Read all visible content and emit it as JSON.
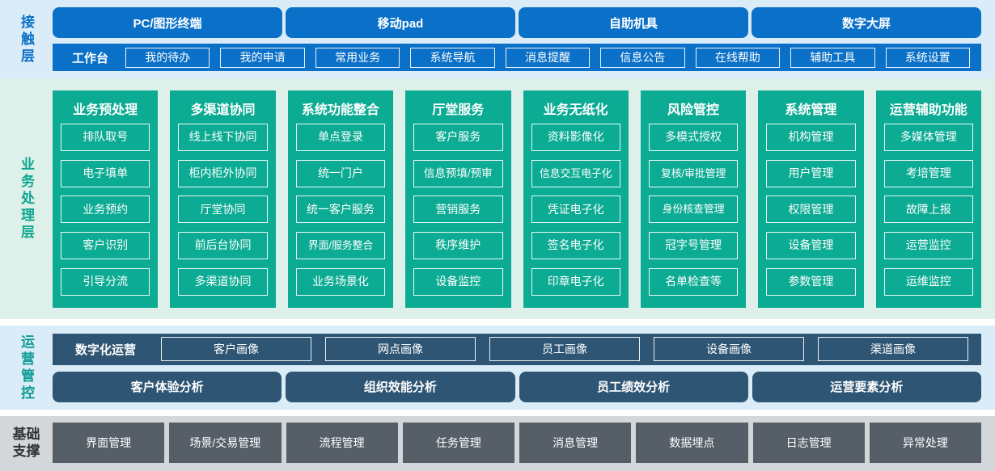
{
  "colors": {
    "blue": "#0b70c8",
    "light_blue": "#d9ecf7",
    "teal": "#0cab93",
    "mint": "#ddf0ea",
    "navy": "#2e5573",
    "slate": "#565f68",
    "gray_bg": "#d3d7da"
  },
  "layers": {
    "contact": {
      "label": "接触层",
      "devices": [
        "PC/图形终端",
        "移动pad",
        "自助机具",
        "数字大屏"
      ],
      "workbench": {
        "label": "工作台",
        "items": [
          "我的待办",
          "我的申请",
          "常用业务",
          "系统导航",
          "消息提醒",
          "信息公告",
          "在线帮助",
          "辅助工具",
          "系统设置"
        ]
      }
    },
    "business": {
      "label": "业务处理层",
      "columns": [
        {
          "title": "业务预处理",
          "items": [
            "排队取号",
            "电子填单",
            "业务预约",
            "客户识别",
            "引导分流"
          ]
        },
        {
          "title": "多渠道协同",
          "items": [
            "线上线下协同",
            "柜内柜外协同",
            "厅堂协同",
            "前后台协同",
            "多渠道协同"
          ]
        },
        {
          "title": "系统功能整合",
          "items": [
            "单点登录",
            "统一门户",
            "统一客户服务",
            "界面/服务整合",
            "业务场景化"
          ]
        },
        {
          "title": "厅堂服务",
          "items": [
            "客户服务",
            "信息预填/预审",
            "营销服务",
            "秩序维护",
            "设备监控"
          ]
        },
        {
          "title": "业务无纸化",
          "items": [
            "资料影像化",
            "信息交互电子化",
            "凭证电子化",
            "签名电子化",
            "印章电子化"
          ]
        },
        {
          "title": "风险管控",
          "items": [
            "多模式授权",
            "复核/审批管理",
            "身份核查管理",
            "冠字号管理",
            "名单检查等"
          ]
        },
        {
          "title": "系统管理",
          "items": [
            "机构管理",
            "用户管理",
            "权限管理",
            "设备管理",
            "参数管理"
          ]
        },
        {
          "title": "运营辅助功能",
          "items": [
            "多媒体管理",
            "考培管理",
            "故障上报",
            "运营监控",
            "运维监控"
          ]
        }
      ]
    },
    "ops": {
      "label": "运营管控",
      "digital": {
        "label": "数字化运营",
        "items": [
          "客户画像",
          "网点画像",
          "员工画像",
          "设备画像",
          "渠道画像"
        ]
      },
      "analysis": [
        "客户体验分析",
        "组织效能分析",
        "员工绩效分析",
        "运营要素分析"
      ]
    },
    "base": {
      "label": "基础\n支撑",
      "items": [
        "界面管理",
        "场景/交易管理",
        "流程管理",
        "任务管理",
        "消息管理",
        "数据埋点",
        "日志管理",
        "异常处理"
      ]
    }
  }
}
